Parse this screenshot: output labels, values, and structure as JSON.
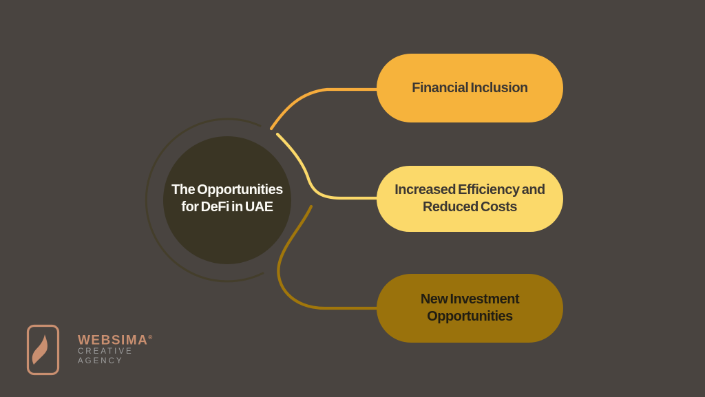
{
  "canvas": {
    "background": "#494440"
  },
  "center": {
    "label": "The Opportunities for DeFi in UAE",
    "lines": [
      "The Opportunities",
      "for DeFi in UAE"
    ],
    "text_color": "#FCFBF6",
    "fill": "#3A3524",
    "ring_color": "#443E2B"
  },
  "branches": [
    {
      "label": "Financial Inclusion",
      "lines": [
        "Financial Inclusion"
      ],
      "fill": "#F6B33C",
      "text_color": "#3C3732",
      "connector_color": "#F6AC3C"
    },
    {
      "label": "Increased Efficiency and Reduced Costs",
      "lines": [
        "Increased Efficiency and",
        "Reduced Costs"
      ],
      "fill": "#FBD96A",
      "text_color": "#3C3732",
      "connector_color": "#FBD96A"
    },
    {
      "label": "New Investment Opportunities",
      "lines": [
        "New Investment",
        "Opportunities"
      ],
      "fill": "#9A720C",
      "text_color": "#211D12",
      "connector_color": "#A0760B"
    }
  ],
  "logo": {
    "brand": "WEBSIMA",
    "registered_mark": "®",
    "subtitle_lines": [
      "CREATIVE",
      "AGENCY"
    ],
    "brand_color": "#C98F70",
    "mark_color": "#C98F70",
    "subtitle_color": "#9E9E9E"
  }
}
